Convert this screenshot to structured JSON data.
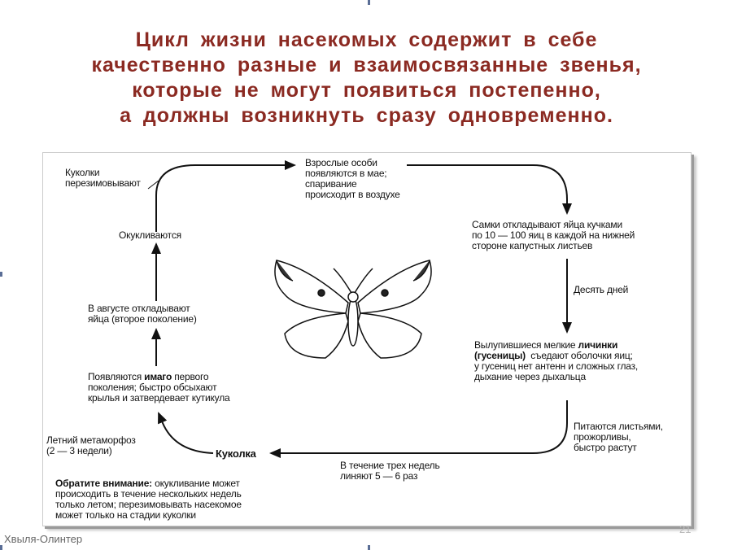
{
  "title": [
    "Цикл жизни насекомых содержит в себе",
    "качественно разные и взаимосвязанные звенья,",
    "которые не могут появиться постепенно,",
    "а должны возникнуть сразу одновременно."
  ],
  "diagram": {
    "pupae_overwinter": "Куколки\nперезимовывают",
    "adults": "Взрослые особи\nпоявляются в мае;\nспаривание\nпроисходит в воздухе",
    "females_lay": "Самки откладывают яйца кучками\nпо 10 — 100 яиц в каждой на нижней\nстороне капустных листьев",
    "ten_days": "Десять дней",
    "larvae_pre": "Вылупившиеся мелкие ",
    "larvae_bold": "личинки",
    "larvae_bold2": "(гусеницы)",
    "larvae_rest": "  съедают оболочки яиц;\nу гусениц нет антенн и сложных глаз,\nдыхание через дыхальца",
    "feed": "Питаются листьями,\nпрожорливы,\nбыстро растут",
    "molt": "В течение трех недель\nлиняют 5 — 6 раз",
    "pupa": "Куколка",
    "summer": "Летний метаморфоз\n(2 — 3 недели)",
    "imago_pre": "Появляются ",
    "imago_bold": "имаго",
    "imago_rest": " первого\nпоколения; быстро обсыхают\nкрылья и затвердевает кутикула",
    "august": "В августе откладывают\nяйца (второе поколение)",
    "pupate": "Окукливаются",
    "note_bold": "Обратите внимание:",
    "note_rest": " окукливание может\nпроисходить в течение нескольких недель\nтолько летом; перезимовывать насекомое\nможет только на стадии куколки"
  },
  "footer": "Хвыля-Олинтер",
  "page_number": "21",
  "colors": {
    "title": "#8b2a22",
    "footer": "#666666"
  }
}
